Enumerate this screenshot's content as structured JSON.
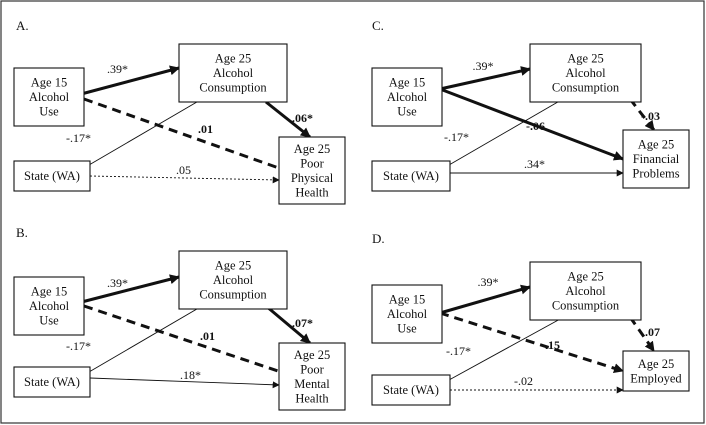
{
  "figure": {
    "panels": [
      {
        "label": "A.",
        "predictor": [
          "Age 15",
          "Alcohol",
          "Use"
        ],
        "mediator": [
          "Age 25",
          "Alcohol",
          "Consumption"
        ],
        "covariate": [
          "State (WA)"
        ],
        "outcome": [
          "Age 25",
          "Poor",
          "Physical",
          "Health"
        ],
        "paths": {
          "a": ".39*",
          "b": ".06*",
          "c": ".01",
          "state_mediator": "-.17*",
          "state_outcome": ".05"
        }
      },
      {
        "label": "C.",
        "predictor": [
          "Age 15",
          "Alcohol",
          "Use"
        ],
        "mediator": [
          "Age 25",
          "Alcohol",
          "Consumption"
        ],
        "covariate": [
          "State (WA)"
        ],
        "outcome": [
          "Age 25",
          "Financial",
          "Problems"
        ],
        "paths": {
          "a": ".39*",
          "b": "-.03",
          "c": "-.06",
          "state_mediator": "-.17*",
          "state_outcome": ".34*"
        }
      },
      {
        "label": "B.",
        "predictor": [
          "Age 15",
          "Alcohol",
          "Use"
        ],
        "mediator": [
          "Age 25",
          "Alcohol",
          "Consumption"
        ],
        "covariate": [
          "State (WA)"
        ],
        "outcome": [
          "Age 25",
          "Poor",
          "Mental",
          "Health"
        ],
        "paths": {
          "a": ".39*",
          "b": ".07*",
          "c": ".01",
          "state_mediator": "-.17*",
          "state_outcome": ".18*"
        }
      },
      {
        "label": "D.",
        "predictor": [
          "Age 15",
          "Alcohol",
          "Use"
        ],
        "mediator": [
          "Age 25",
          "Alcohol",
          "Consumption"
        ],
        "covariate": [
          "State (WA)"
        ],
        "outcome": [
          "Age 25",
          "Employed"
        ],
        "paths": {
          "a": ".39*",
          "b": ".07",
          "c": ".15",
          "state_mediator": "-.17*",
          "state_outcome": "-.02"
        }
      }
    ]
  }
}
